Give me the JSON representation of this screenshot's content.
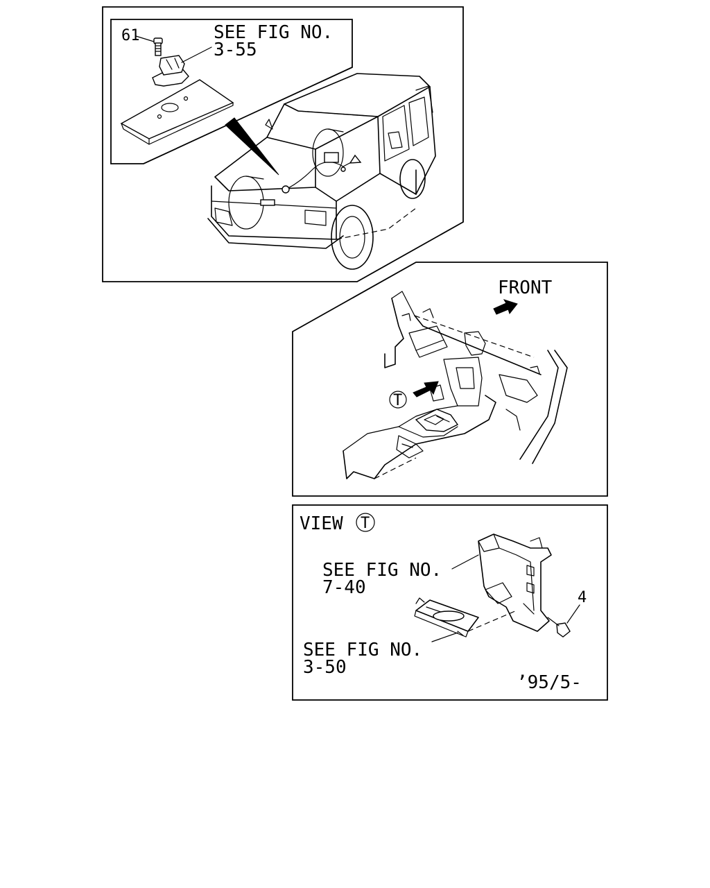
{
  "panel_top": {
    "callout_number": "61",
    "see_fig_label": "SEE FIG NO.",
    "see_fig_ref": "3-55"
  },
  "panel_middle": {
    "direction_label": "FRONT",
    "view_marker": "T"
  },
  "panel_bottom": {
    "view_label": "VIEW",
    "view_marker": "T",
    "ref_upper_label": "SEE FIG NO.",
    "ref_upper_number": "7-40",
    "ref_lower_label": "SEE FIG NO.",
    "ref_lower_number": "3-50",
    "callout_number": "4",
    "date_code": "’95/5-"
  }
}
